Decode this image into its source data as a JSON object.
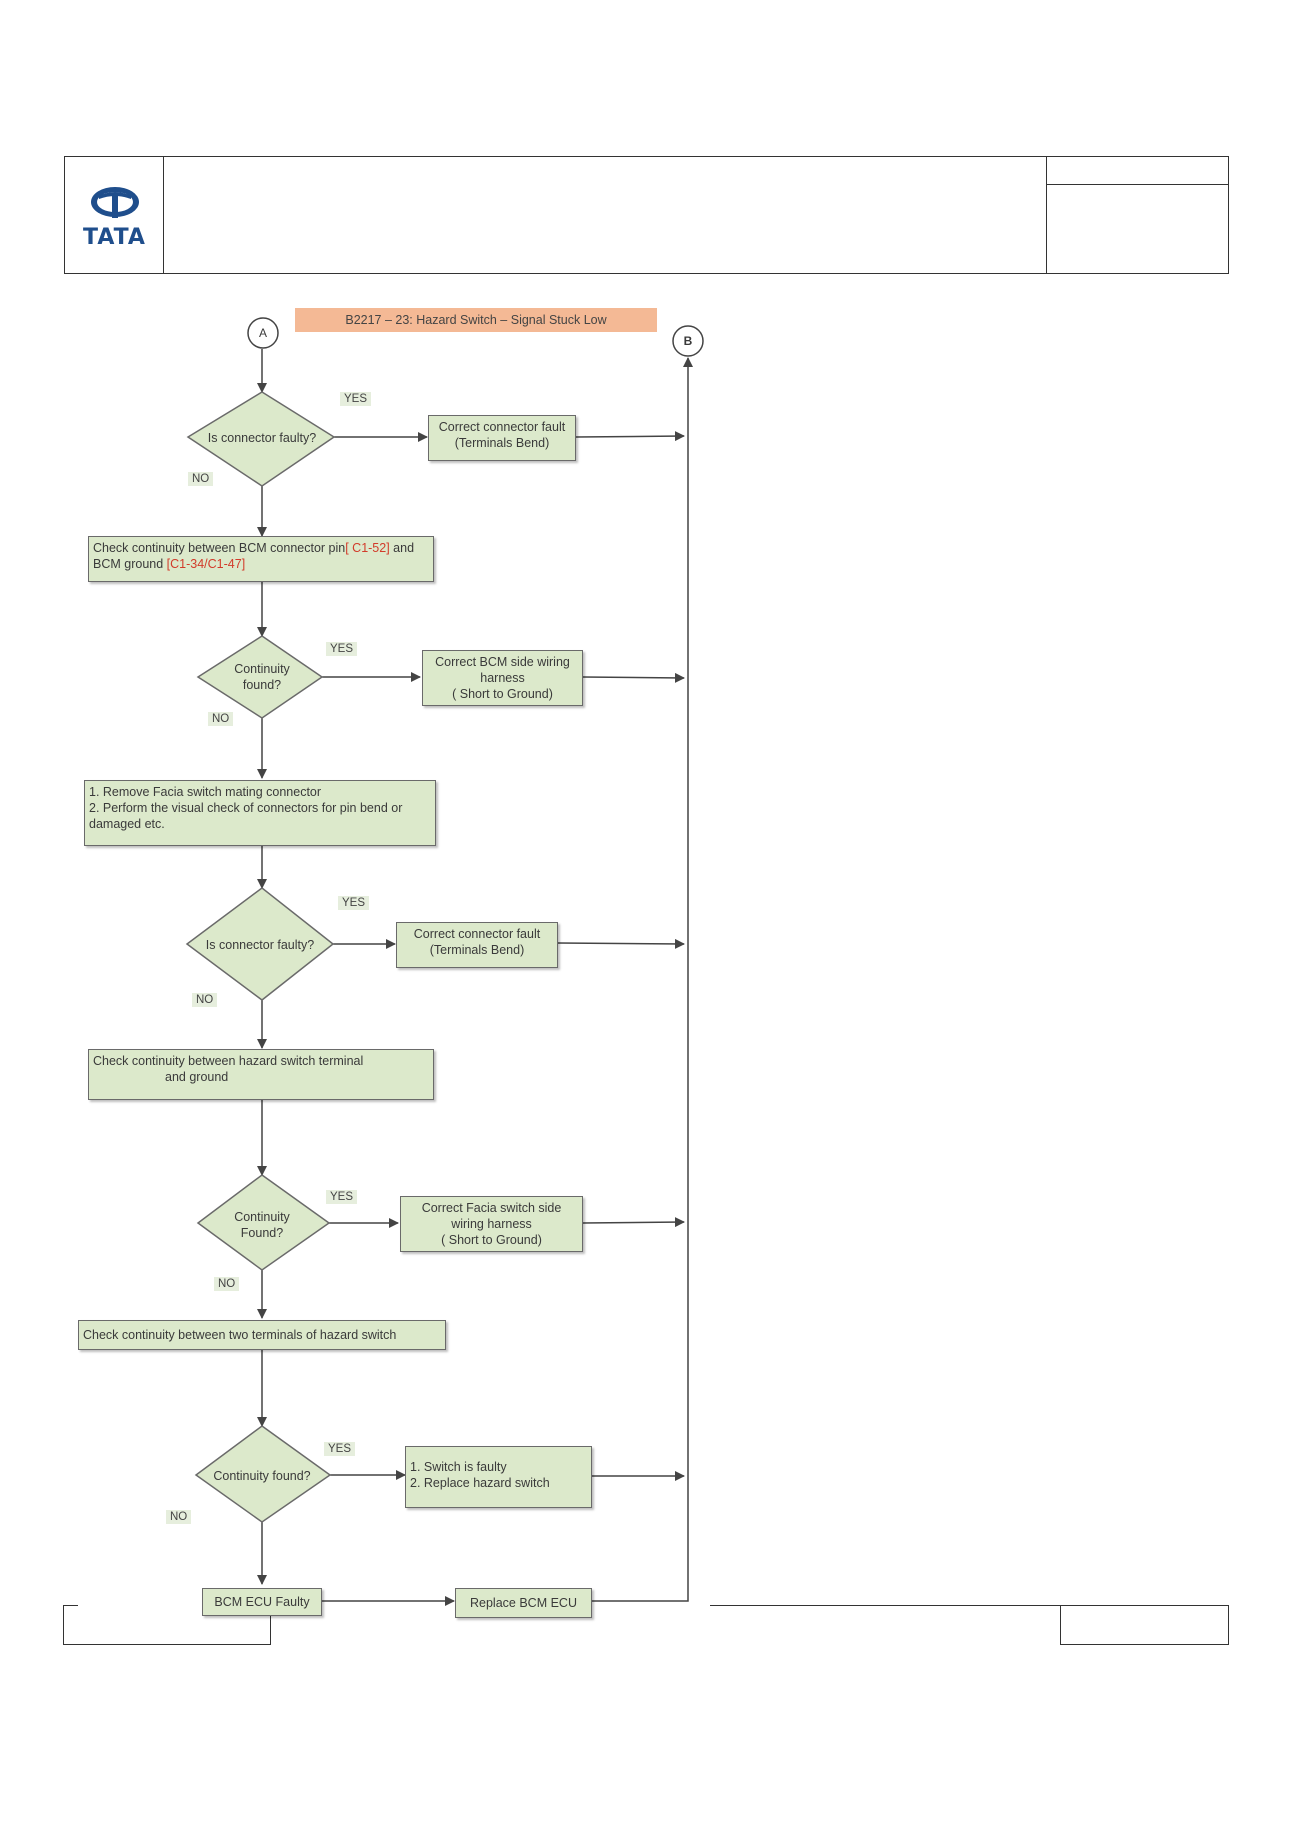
{
  "header": {
    "logo_text": "TATA",
    "logo_color": "#1f4e8c"
  },
  "flowchart": {
    "title": "B2217 – 23: Hazard Switch – Signal Stuck Low",
    "connector_start": "A",
    "connector_end": "B",
    "decision1": "Is connector faulty?",
    "action1_line1": "Correct connector fault",
    "action1_line2": "(Terminals Bend)",
    "step1_prefix": "Check continuity between BCM connector pin",
    "step1_pin": "[ C1-52]",
    "step1_mid": " and",
    "step1_line2_prefix": "BCM ground ",
    "step1_ground": "[C1-34/C1-47]",
    "decision2_line1": "Continuity",
    "decision2_line2": "found?",
    "action2_line1": "Correct BCM side wiring",
    "action2_line2": "harness",
    "action2_line3": "( Short to Ground)",
    "step2_line1": "1. Remove Facia switch mating connector",
    "step2_line2": "2. Perform the visual check of connectors for pin bend or",
    "step2_line3": "damaged etc.",
    "decision3": "Is connector faulty?",
    "action3_line1": "Correct connector fault",
    "action3_line2": "(Terminals Bend)",
    "step3_line1": "Check continuity between hazard switch terminal",
    "step3_line2": "and  ground",
    "decision4_line1": "Continuity",
    "decision4_line2": "Found?",
    "action4_line1": "Correct Facia switch side",
    "action4_line2": "wiring harness",
    "action4_line3": "( Short to Ground)",
    "step4": "Check continuity between two  terminals of hazard  switch",
    "decision5": "Continuity found?",
    "action5_line1": "1. Switch is faulty",
    "action5_line2": "2. Replace hazard switch",
    "final_box": "BCM ECU Faulty",
    "final_action": "Replace BCM ECU",
    "yes": "YES",
    "no": "NO"
  },
  "colors": {
    "box_fill": "#dce9cb",
    "title_fill": "#f4b995",
    "pin_red": "#d23b2a"
  }
}
